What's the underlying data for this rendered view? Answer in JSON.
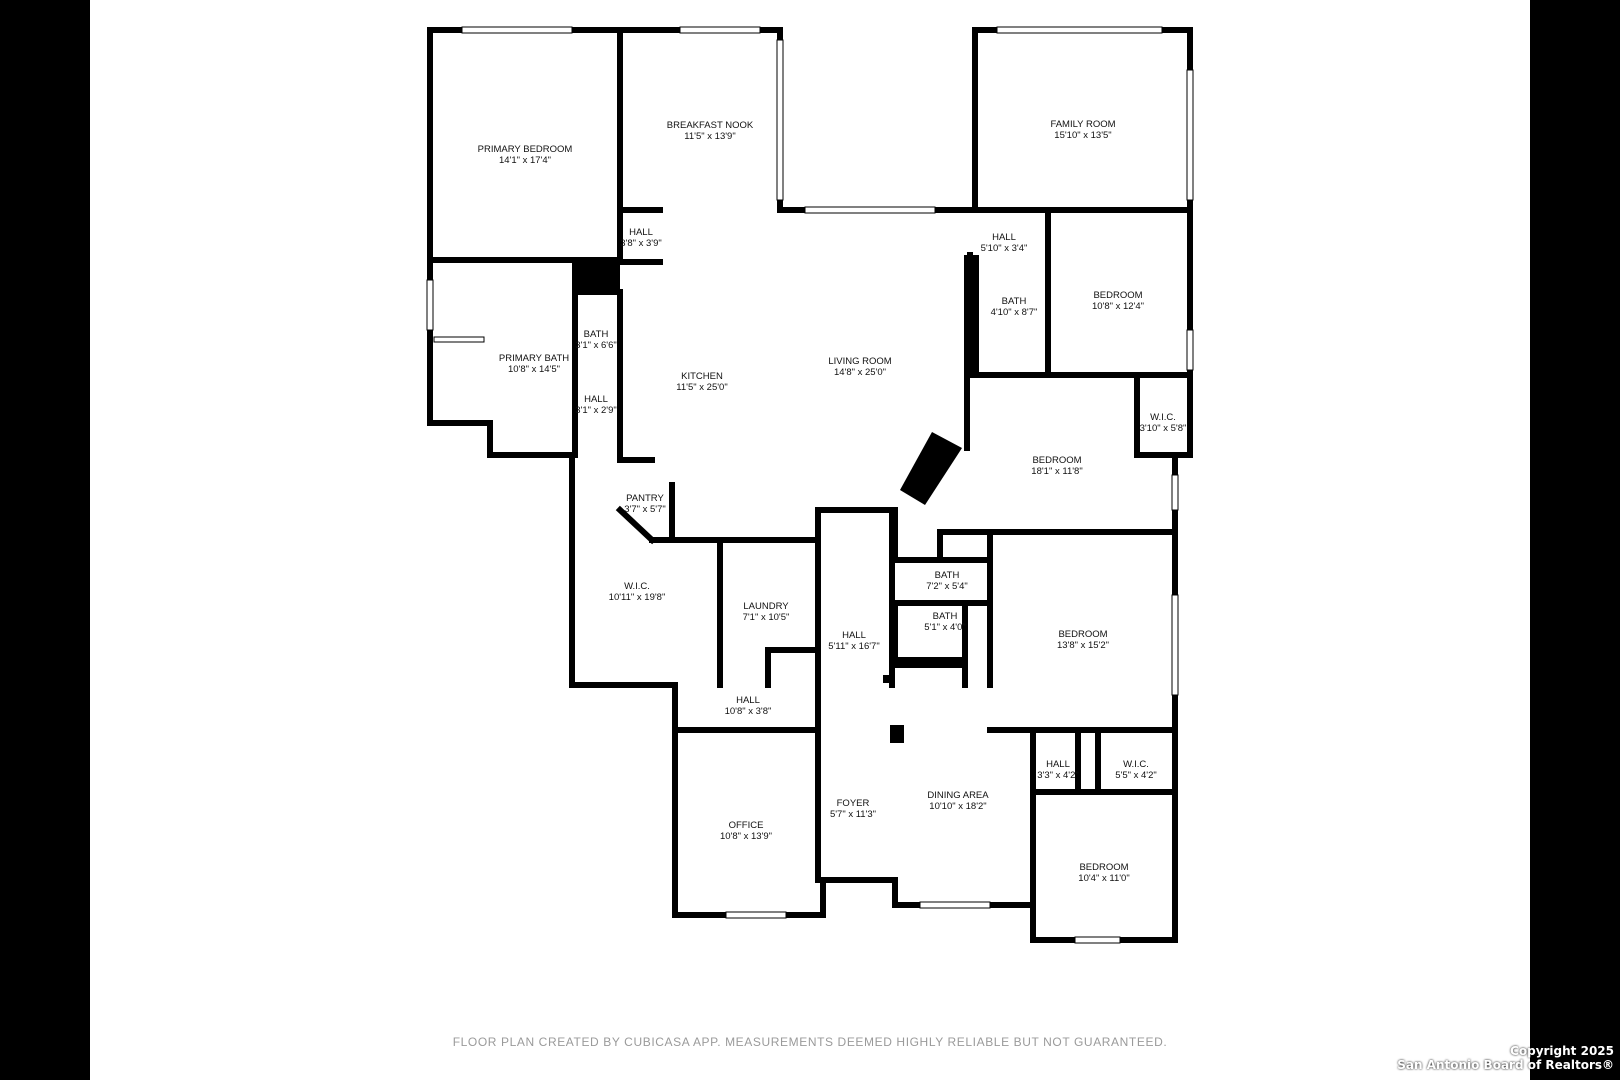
{
  "rooms": [
    {
      "name": "PRIMARY BEDROOM",
      "dims": "14'1\" x 17'4\""
    },
    {
      "name": "BREAKFAST NOOK",
      "dims": "11'5\" x 13'9\""
    },
    {
      "name": "FAMILY ROOM",
      "dims": "15'10\" x 13'5\""
    },
    {
      "name": "HALL",
      "dims": "3'8\" x 3'9\""
    },
    {
      "name": "HALL",
      "dims": "5'10\" x 3'4\""
    },
    {
      "name": "BATH",
      "dims": "4'10\" x 8'7\""
    },
    {
      "name": "BEDROOM",
      "dims": "10'8\" x 12'4\""
    },
    {
      "name": "PRIMARY BATH",
      "dims": "10'8\" x 14'5\""
    },
    {
      "name": "BATH",
      "dims": "3'1\" x 6'6\""
    },
    {
      "name": "HALL",
      "dims": "3'1\" x 2'9\""
    },
    {
      "name": "KITCHEN",
      "dims": "11'5\" x 25'0\""
    },
    {
      "name": "LIVING ROOM",
      "dims": "14'8\" x 25'0\""
    },
    {
      "name": "W.I.C.",
      "dims": "3'10\" x 5'8\""
    },
    {
      "name": "BEDROOM",
      "dims": "18'1\" x 11'8\""
    },
    {
      "name": "PANTRY",
      "dims": "3'7\" x 5'7\""
    },
    {
      "name": "W.I.C.",
      "dims": "10'11\" x 19'8\""
    },
    {
      "name": "LAUNDRY",
      "dims": "7'1\" x 10'5\""
    },
    {
      "name": "BATH",
      "dims": "7'2\" x 5'4\""
    },
    {
      "name": "BATH",
      "dims": "5'1\" x 4'0\""
    },
    {
      "name": "HALL",
      "dims": "5'11\" x 16'7\""
    },
    {
      "name": "BEDROOM",
      "dims": "13'8\" x 15'2\""
    },
    {
      "name": "HALL",
      "dims": "10'8\" x 3'8\""
    },
    {
      "name": "HALL",
      "dims": "3'3\" x 4'2\""
    },
    {
      "name": "W.I.C.",
      "dims": "5'5\" x 4'2\""
    },
    {
      "name": "DINING AREA",
      "dims": "10'10\" x 18'2\""
    },
    {
      "name": "FOYER",
      "dims": "5'7\" x 11'3\""
    },
    {
      "name": "OFFICE",
      "dims": "10'8\" x 13'9\""
    },
    {
      "name": "BEDROOM",
      "dims": "10'4\" x 11'0\""
    }
  ],
  "footer": {
    "disclaimer": "FLOOR PLAN CREATED BY CUBICASA APP. MEASUREMENTS DEEMED HIGHLY RELIABLE BUT NOT GUARANTEED.",
    "copyright_line1": "Copyright 2025",
    "copyright_line2": "San Antonio Board of Realtors®"
  }
}
